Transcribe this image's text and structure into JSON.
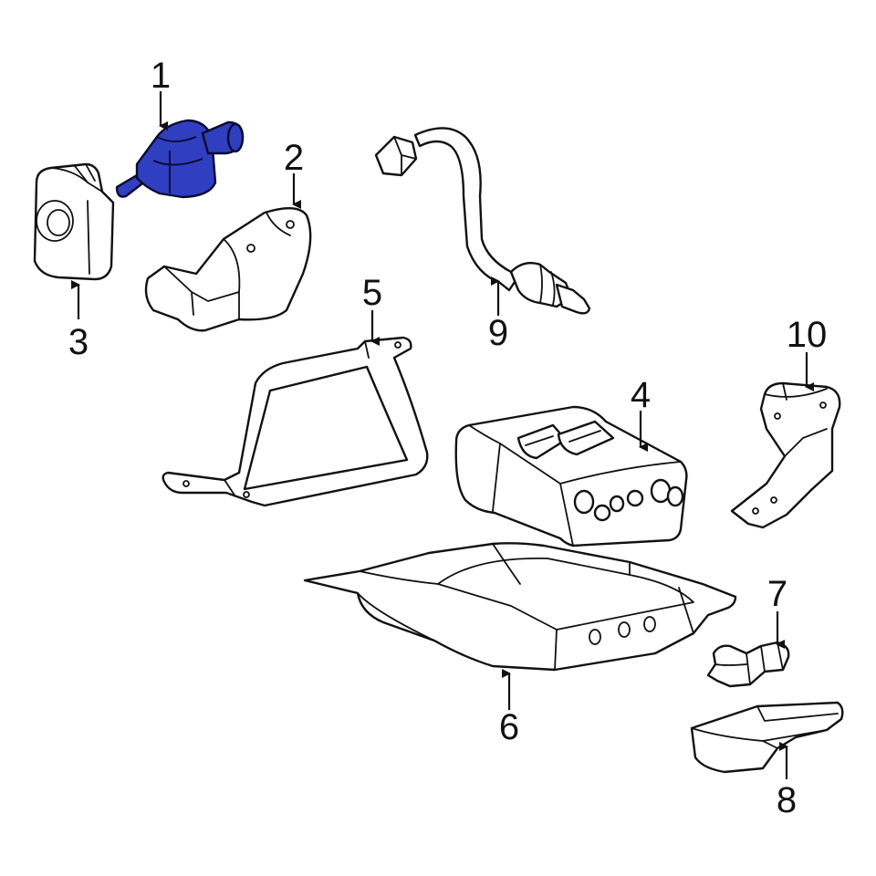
{
  "highlight_color": "#2f3fc0",
  "callouts": {
    "c1": "1",
    "c2": "2",
    "c3": "3",
    "c4": "4",
    "c5": "5",
    "c6": "6",
    "c7": "7",
    "c8": "8",
    "c9": "9",
    "c10": "10"
  }
}
